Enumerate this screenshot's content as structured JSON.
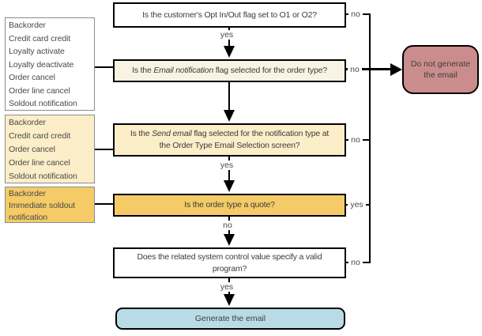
{
  "diagram": {
    "type": "flowchart",
    "subject": "Email generation decision flow"
  },
  "colors": {
    "cream": "#f8f3e3",
    "light_yellow": "#fbeec8",
    "gold": "#f4cb66",
    "negative_terminal_red": "#ca8c8c",
    "positive_terminal_blue": "#b9dbe6",
    "line_black": "#000000",
    "list_border_gray": "#8c8c8c"
  },
  "left_lists": [
    {
      "items": [
        "Backorder",
        "Credit card credit",
        "Loyalty activate",
        "Loyalty deactivate",
        "Order cancel",
        "Order line cancel",
        "Soldout notification"
      ]
    },
    {
      "items": [
        "Backorder",
        "Credit card credit",
        "Order cancel",
        "Order line cancel",
        "Soldout notification"
      ]
    },
    {
      "items": [
        "Backorder",
        "Immediate soldout notification"
      ]
    }
  ],
  "decisions": [
    {
      "text": "Is the customer's Opt In/Out flag set to O1 or O2?",
      "branch_label": "no",
      "down_label": "yes"
    },
    {
      "prefix": "Is the ",
      "em": "Email notification",
      "suffix": " flag selected for the order type?",
      "branch_label": "no"
    },
    {
      "prefix": "Is the ",
      "em": "Send email",
      "suffix": " flag selected for the notification type at",
      "line2": "the Order Type Email Selection screen?",
      "branch_label": "no",
      "down_label": "yes"
    },
    {
      "text": "Is the order type a quote?",
      "branch_label": "yes",
      "down_label": "no"
    },
    {
      "line1": "Does the related system control value specify a valid",
      "line2": "program?",
      "branch_label": "no",
      "down_label": "yes"
    }
  ],
  "terminals": {
    "do_not_generate": "Do not generate the email",
    "generate": "Generate the email"
  }
}
